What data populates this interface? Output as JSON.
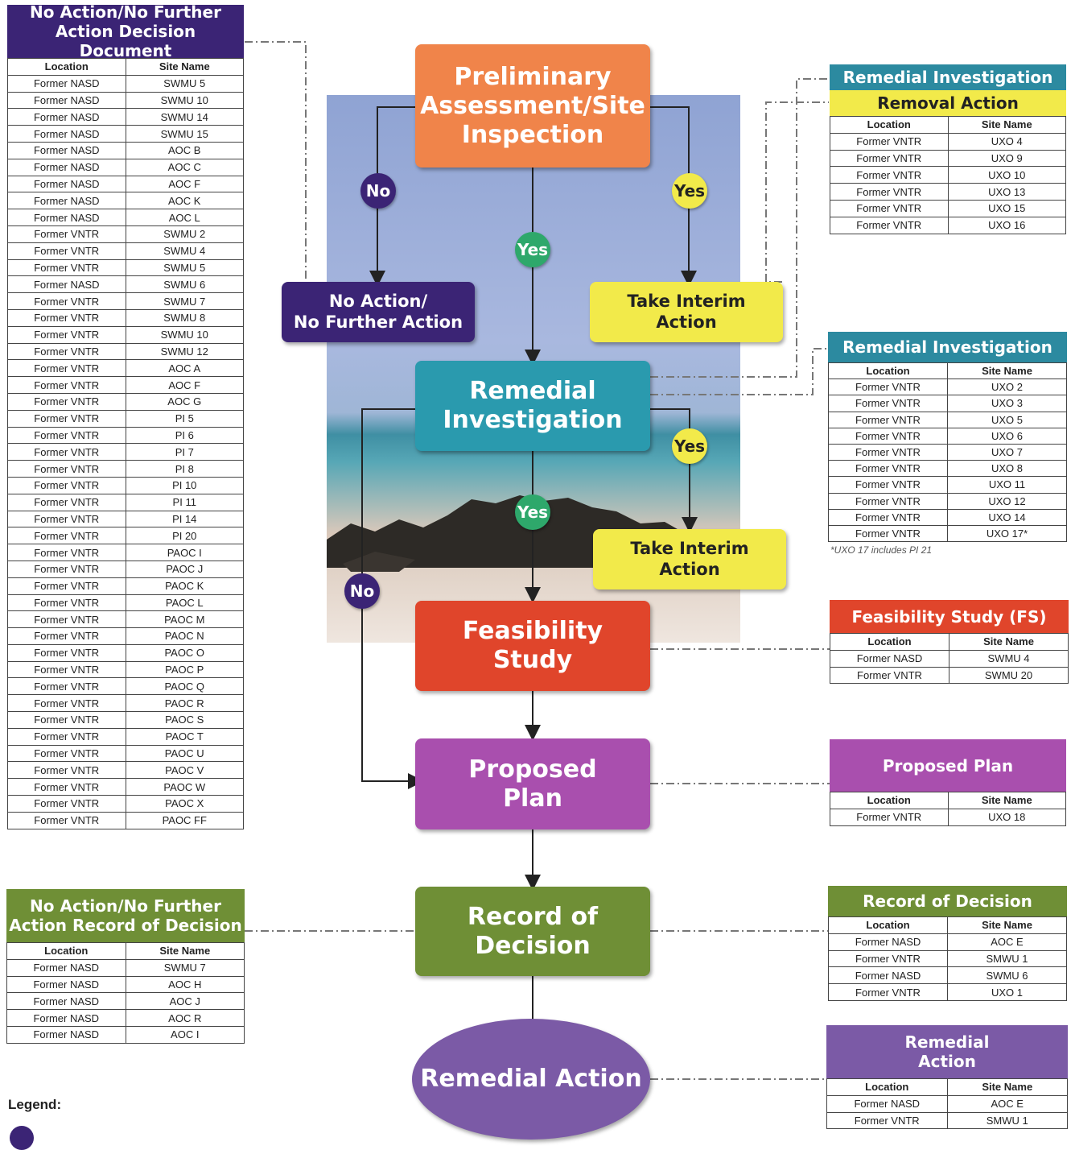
{
  "colors": {
    "navy_purple": "#3b2475",
    "orange": "#f0844a",
    "teal": "#2a9aae",
    "yellow": "#f2ea4a",
    "red": "#e0452b",
    "magenta": "#a94fae",
    "green": "#6f8f36",
    "purple": "#7b5aa6",
    "teal_dark": "#2c8aa0",
    "green_badge": "#2ea86b"
  },
  "flow": {
    "pa_si": "Preliminary\nAssessment/Site\nInspection",
    "no_action": "No Action/\nNo Further Action",
    "interim1": "Take Interim\nAction",
    "ri": "Remedial\nInvestigation",
    "interim2": "Take Interim\nAction",
    "fs": "Feasibility\nStudy",
    "pp": "Proposed\nPlan",
    "rod": "Record of Decision",
    "ra": "Remedial Action"
  },
  "badges": {
    "no1": "No",
    "yes1": "Yes",
    "yes2": "Yes",
    "yes3": "Yes",
    "yes4": "Yes",
    "no2": "No"
  },
  "tables": {
    "nfa_dd": {
      "title": "No Action/No Further\nAction Decision Document",
      "headers": [
        "Location",
        "Site Name"
      ],
      "rows": [
        [
          "Former NASD",
          "SWMU 5"
        ],
        [
          "Former NASD",
          "SWMU 10"
        ],
        [
          "Former NASD",
          "SWMU 14"
        ],
        [
          "Former NASD",
          "SWMU 15"
        ],
        [
          "Former NASD",
          "AOC B"
        ],
        [
          "Former NASD",
          "AOC C"
        ],
        [
          "Former NASD",
          "AOC F"
        ],
        [
          "Former NASD",
          "AOC K"
        ],
        [
          "Former NASD",
          "AOC L"
        ],
        [
          "Former VNTR",
          "SWMU 2"
        ],
        [
          "Former VNTR",
          "SWMU 4"
        ],
        [
          "Former VNTR",
          "SWMU 5"
        ],
        [
          "Former NASD",
          "SWMU 6"
        ],
        [
          "Former VNTR",
          "SWMU 7"
        ],
        [
          "Former VNTR",
          "SWMU 8"
        ],
        [
          "Former VNTR",
          "SWMU 10"
        ],
        [
          "Former VNTR",
          "SWMU 12"
        ],
        [
          "Former VNTR",
          "AOC A"
        ],
        [
          "Former VNTR",
          "AOC F"
        ],
        [
          "Former VNTR",
          "AOC G"
        ],
        [
          "Former VNTR",
          "PI 5"
        ],
        [
          "Former VNTR",
          "PI 6"
        ],
        [
          "Former VNTR",
          "PI 7"
        ],
        [
          "Former VNTR",
          "PI 8"
        ],
        [
          "Former VNTR",
          "PI 10"
        ],
        [
          "Former VNTR",
          "PI 11"
        ],
        [
          "Former VNTR",
          "PI 14"
        ],
        [
          "Former VNTR",
          "PI 20"
        ],
        [
          "Former VNTR",
          "PAOC I"
        ],
        [
          "Former VNTR",
          "PAOC J"
        ],
        [
          "Former VNTR",
          "PAOC K"
        ],
        [
          "Former VNTR",
          "PAOC L"
        ],
        [
          "Former VNTR",
          "PAOC M"
        ],
        [
          "Former VNTR",
          "PAOC N"
        ],
        [
          "Former VNTR",
          "PAOC O"
        ],
        [
          "Former VNTR",
          "PAOC P"
        ],
        [
          "Former VNTR",
          "PAOC Q"
        ],
        [
          "Former VNTR",
          "PAOC R"
        ],
        [
          "Former VNTR",
          "PAOC S"
        ],
        [
          "Former VNTR",
          "PAOC T"
        ],
        [
          "Former VNTR",
          "PAOC U"
        ],
        [
          "Former VNTR",
          "PAOC V"
        ],
        [
          "Former VNTR",
          "PAOC W"
        ],
        [
          "Former VNTR",
          "PAOC X"
        ],
        [
          "Former VNTR",
          "PAOC FF"
        ]
      ]
    },
    "nfa_rod": {
      "title": "No Action/No Further\nAction Record of Decision",
      "headers": [
        "Location",
        "Site Name"
      ],
      "rows": [
        [
          "Former NASD",
          "SWMU 7"
        ],
        [
          "Former NASD",
          "AOC H"
        ],
        [
          "Former NASD",
          "AOC J"
        ],
        [
          "Former NASD",
          "AOC R"
        ],
        [
          "Former NASD",
          "AOC I"
        ]
      ]
    },
    "ri_removal": {
      "title": "Remedial Investigation",
      "subtitle": "Removal Action",
      "headers": [
        "Location",
        "Site Name"
      ],
      "rows": [
        [
          "Former VNTR",
          "UXO 4"
        ],
        [
          "Former VNTR",
          "UXO 9"
        ],
        [
          "Former VNTR",
          "UXO 10"
        ],
        [
          "Former VNTR",
          "UXO 13"
        ],
        [
          "Former VNTR",
          "UXO 15"
        ],
        [
          "Former VNTR",
          "UXO 16"
        ]
      ]
    },
    "ri": {
      "title": "Remedial Investigation",
      "headers": [
        "Location",
        "Site Name"
      ],
      "rows": [
        [
          "Former VNTR",
          "UXO 2"
        ],
        [
          "Former VNTR",
          "UXO 3"
        ],
        [
          "Former VNTR",
          "UXO 5"
        ],
        [
          "Former VNTR",
          "UXO 6"
        ],
        [
          "Former VNTR",
          "UXO 7"
        ],
        [
          "Former VNTR",
          "UXO 8"
        ],
        [
          "Former VNTR",
          "UXO 11"
        ],
        [
          "Former VNTR",
          "UXO 12"
        ],
        [
          "Former VNTR",
          "UXO 14"
        ],
        [
          "Former VNTR",
          "UXO 17*"
        ]
      ],
      "footnote": "*UXO 17 includes PI 21"
    },
    "fs": {
      "title": "Feasibility Study (FS)",
      "headers": [
        "Location",
        "Site Name"
      ],
      "rows": [
        [
          "Former NASD",
          "SWMU 4"
        ],
        [
          "Former VNTR",
          "SWMU 20"
        ]
      ]
    },
    "pp": {
      "title": "Proposed Plan",
      "headers": [
        "Location",
        "Site Name"
      ],
      "rows": [
        [
          "Former VNTR",
          "UXO 18"
        ]
      ]
    },
    "rod": {
      "title": "Record of Decision",
      "headers": [
        "Location",
        "Site Name"
      ],
      "rows": [
        [
          "Former NASD",
          "AOC E"
        ],
        [
          "Former VNTR",
          "SMWU 1"
        ],
        [
          "Former NASD",
          "SWMU 6"
        ],
        [
          "Former VNTR",
          "UXO 1"
        ]
      ]
    },
    "ra": {
      "title": "Remedial\nAction",
      "headers": [
        "Location",
        "Site Name"
      ],
      "rows": [
        [
          "Former NASD",
          "AOC E"
        ],
        [
          "Former VNTR",
          "SMWU 1"
        ]
      ]
    }
  },
  "legend": {
    "label": "Legend:"
  }
}
